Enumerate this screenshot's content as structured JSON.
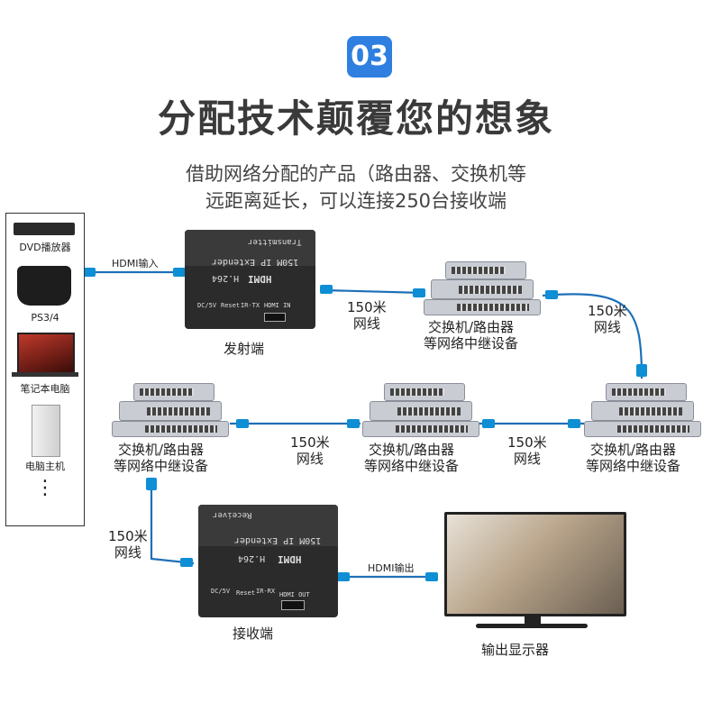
{
  "header": {
    "badge": "03",
    "title": "分配技术颠覆您的想象",
    "subtitle_line1": "借助网络分配的产品（路由器、交换机等",
    "subtitle_line2": "远距离延长，可以连接250台接收端"
  },
  "sources": [
    {
      "label": "DVD播放器",
      "icon": "dvd-player-icon"
    },
    {
      "label": "PS3/4",
      "icon": "game-console-icon"
    },
    {
      "label": "笔记本电脑",
      "icon": "laptop-icon"
    },
    {
      "label": "电脑主机",
      "icon": "desktop-tower-icon"
    }
  ],
  "sources_more": "⋮",
  "transmitter": {
    "caption": "发射端",
    "brand": "HDMI",
    "model": "H.264",
    "product": "150M IP Extender",
    "role_text": "Transmitter",
    "port_labels": [
      "DC/5V",
      "Reset",
      "IR-TX",
      "HDMI IN"
    ]
  },
  "receiver": {
    "caption": "接收端",
    "brand": "HDMI",
    "model": "H.264",
    "product": "150M IP Extender",
    "role_text": "Receiver",
    "port_labels": [
      "DC/5V",
      "Reset",
      "IR-RX",
      "HDMI OUT"
    ]
  },
  "hdmi_in_label": "HDMI输入",
  "hdmi_out_label": "HDMI输出",
  "switch_caption_line1": "交换机/路由器",
  "switch_caption_line2": "等网络中继设备",
  "distance_line1": "150米",
  "distance_line2": "网线",
  "monitor_caption": "输出显示器",
  "colors": {
    "badge": "#2f7fe0",
    "cable": "#1f6fb8",
    "device": "#2b2b2b"
  }
}
